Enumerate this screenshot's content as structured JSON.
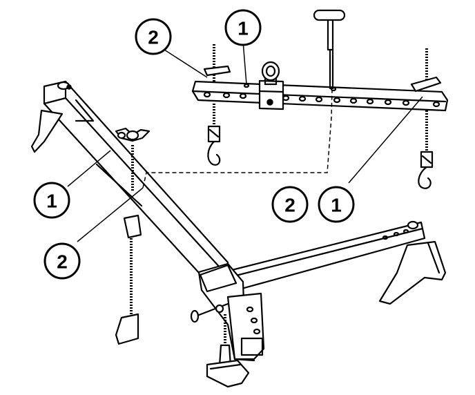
{
  "callouts": [
    {
      "id": "c1",
      "label": "1"
    },
    {
      "id": "c2",
      "label": "2"
    },
    {
      "id": "c3",
      "label": "1"
    },
    {
      "id": "c4",
      "label": "2"
    },
    {
      "id": "c5",
      "label": "1"
    },
    {
      "id": "c6",
      "label": "2"
    }
  ]
}
